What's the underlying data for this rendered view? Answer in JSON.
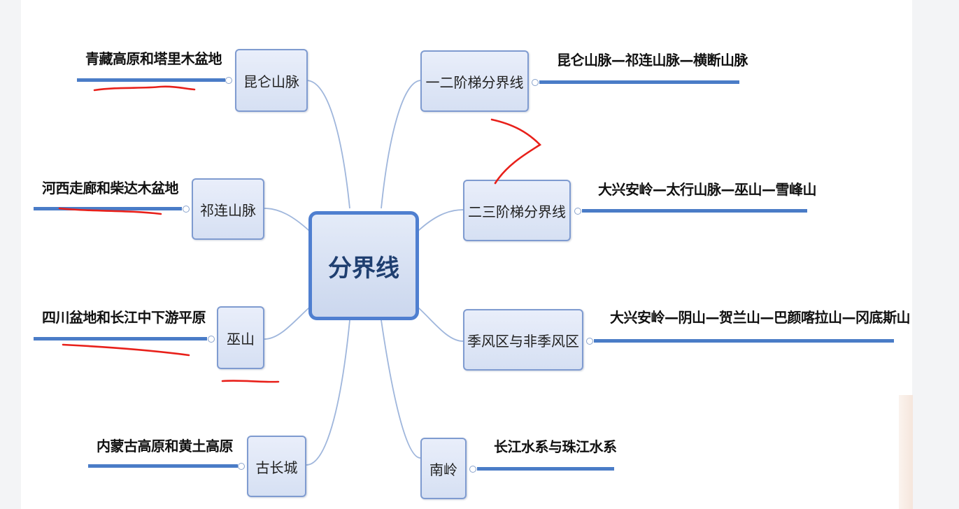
{
  "center": {
    "label": "分界线"
  },
  "left": [
    {
      "node": "昆仑山脉",
      "leaf": "青藏高原和塔里木盆地"
    },
    {
      "node": "祁连山脉",
      "leaf": "河西走廊和柴达木盆地"
    },
    {
      "node": "巫山",
      "leaf": "四川盆地和长江中下游平原"
    },
    {
      "node": "古长城",
      "leaf": "内蒙古高原和黄土高原"
    }
  ],
  "right": [
    {
      "node": "一二阶梯分界线",
      "leaf": "昆仑山脉—祁连山脉—横断山脉"
    },
    {
      "node": "二三阶梯分界线",
      "leaf": "大兴安岭—太行山脉—巫山—雪峰山"
    },
    {
      "node": "季风区与非季风区",
      "leaf": "大兴安岭—阴山—贺兰山—巴颜喀拉山—冈底斯山"
    },
    {
      "node": "南岭",
      "leaf": "长江水系与珠江水系"
    }
  ],
  "colors": {
    "accent": "#4a7cc7",
    "annotation": "#e8201a",
    "node_border": "#7f9bd0"
  }
}
